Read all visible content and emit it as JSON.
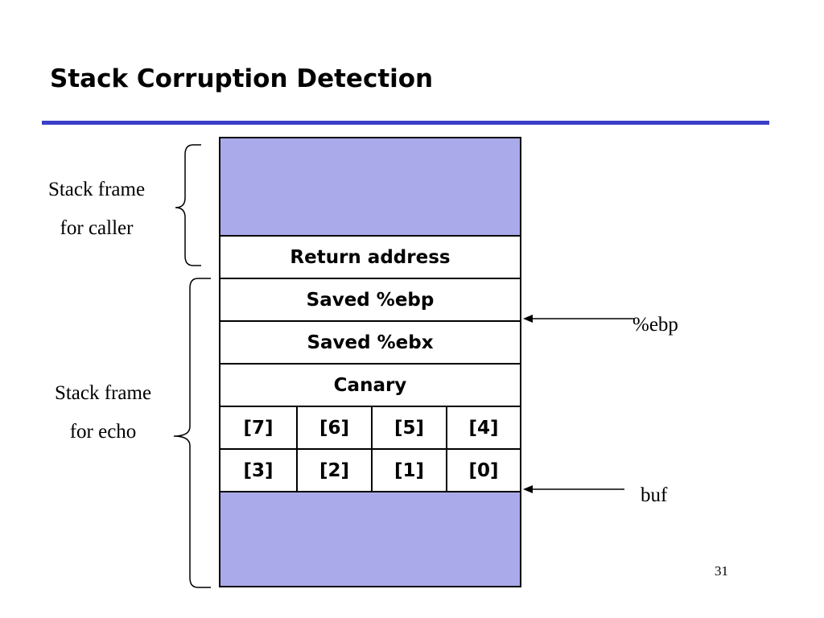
{
  "slide": {
    "title": "Stack Corruption Detection",
    "page_number": "31"
  },
  "colors": {
    "title_rule": "#3a3fc8",
    "stack_fill": "#aaaaea",
    "text": "#000000"
  },
  "stack": {
    "return_address": "Return address",
    "saved_ebp": "Saved %ebp",
    "saved_ebx": "Saved %ebx",
    "canary": "Canary",
    "upper_bytes": [
      "[7]",
      "[6]",
      "[5]",
      "[4]"
    ],
    "lower_bytes": [
      "[3]",
      "[2]",
      "[1]",
      "[0]"
    ]
  },
  "labels": {
    "caller_frame_line1": "Stack frame",
    "caller_frame_line2": "for caller",
    "echo_frame_line1": "Stack frame",
    "echo_frame_line2": "for echo",
    "ebp_pointer": "%ebp",
    "buf_pointer": "buf"
  }
}
